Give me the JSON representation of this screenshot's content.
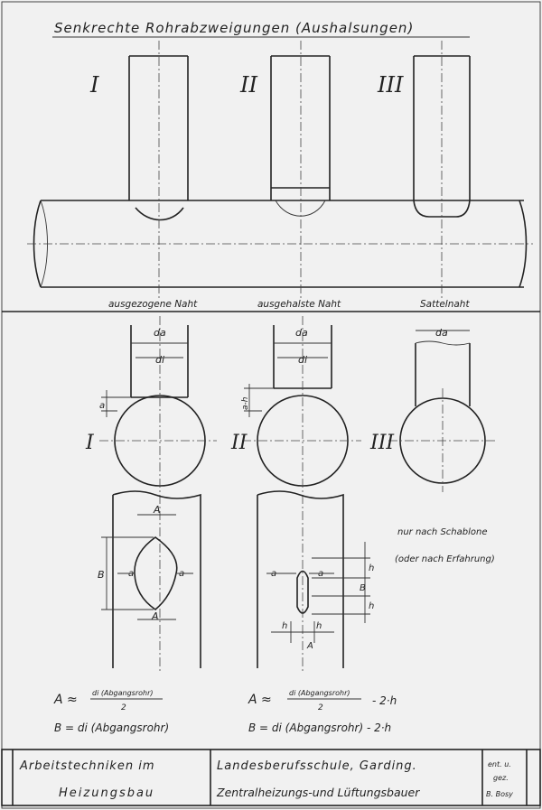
{
  "title": "Senkrechte Rohrabzweigungen (Aushalsungen)",
  "numerals": [
    "I",
    "II",
    "III"
  ],
  "seam_labels": [
    "ausgezogene Naht",
    "ausgehalste Naht",
    "Sattelnaht"
  ],
  "dims": {
    "da": "da",
    "di": "di",
    "a": "a",
    "ah": "a-h",
    "A": "A",
    "B": "B",
    "h": "h"
  },
  "note": {
    "line1": "nur nach Schablone",
    "line2": "(oder nach Erfahrung)"
  },
  "formulas": {
    "left_A_prefix": "A ≈",
    "left_A_num": "di (Abgangsrohr)",
    "left_A_den": "2",
    "left_B": "B =  di (Abgangsrohr)",
    "right_A_prefix": "A ≈",
    "right_A_num": "di (Abgangsrohr)",
    "right_A_den": "2",
    "right_A_suffix": "- 2·h",
    "right_B": "B =  di (Abgangsrohr) - 2·h"
  },
  "title_block": {
    "subject_line1": "Arbeitstechniken   im",
    "subject_line2": "Heizungsbau",
    "school_line1": "Landesberufsschule, Garding.",
    "school_line2": "Zentralheizungs-und Lüftungsbauer",
    "author_line1": "ent. u.",
    "author_line2": "gez.",
    "author_line3": "B. Bosy"
  }
}
